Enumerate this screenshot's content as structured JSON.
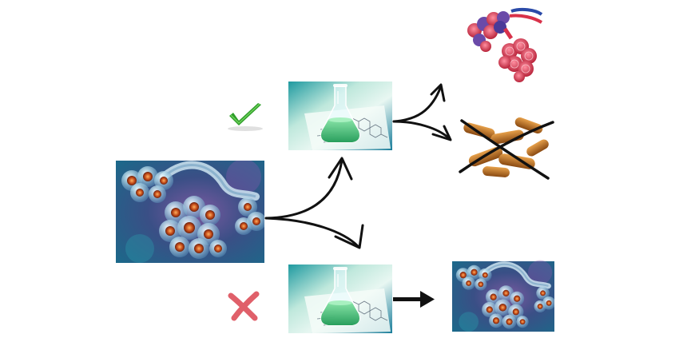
{
  "diagram": {
    "source_image": {
      "icon": "alveoli-3d-illustration"
    },
    "top_flask": {
      "icon": "flask-with-green-liquid-and-chemical-structure"
    },
    "bottom_flask": {
      "icon": "flask-with-green-liquid-and-chemical-structure"
    },
    "lung_result": {
      "icon": "lung-alveoli-anatomy"
    },
    "bacteria_result": {
      "icon": "rod-bacteria",
      "crossed_out": true
    },
    "alveoli_result": {
      "icon": "alveoli-3d-illustration"
    },
    "success_mark": {
      "icon": "green-check-icon",
      "color": "#2e9e2a"
    },
    "failure_mark": {
      "icon": "red-x-icon",
      "color": "#e0606a"
    }
  },
  "colors": {
    "arrow": "#111111",
    "alveoli_bg": "#2a3d6a",
    "bubble": "#bfe3f0",
    "core": "#c24a18",
    "flask_liquid": "#3fbf7a",
    "lung_red": "#d8324a",
    "bacteria": "#b86a1e"
  }
}
